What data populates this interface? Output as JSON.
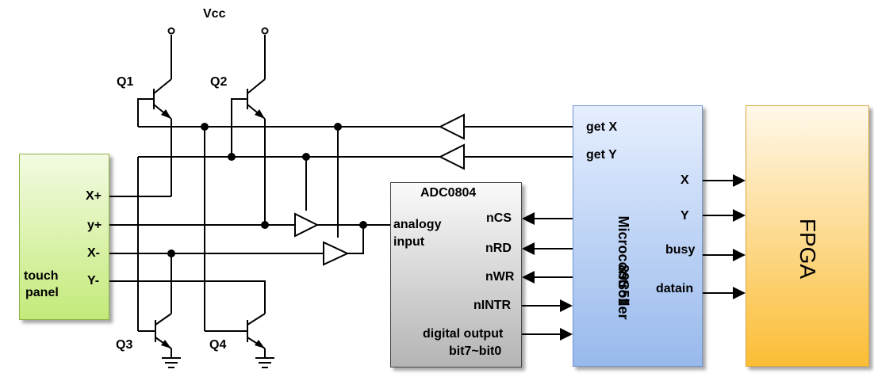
{
  "supply": {
    "vcc": "Vcc"
  },
  "transistors": {
    "q1": "Q1",
    "q2": "Q2",
    "q3": "Q3",
    "q4": "Q4"
  },
  "touch_panel": {
    "name_line1": "touch",
    "name_line2": "panel",
    "pins": {
      "xp": "X+",
      "yp": "y+",
      "xm": "X-",
      "ym": "Y-"
    }
  },
  "adc": {
    "name": "ADC0804",
    "input_line1": "analogy",
    "input_line2": "input",
    "pins": {
      "ncs": "nCS",
      "nrd": "nRD",
      "nwr": "nWR",
      "nintr": "nINTR"
    },
    "output_line1": "digital output",
    "output_line2": "bit7~bit0"
  },
  "mcu": {
    "name": "Microcontroller",
    "model": "89S51",
    "pins": {
      "get_x": "get X",
      "get_y": "get Y",
      "x": "X",
      "y": "Y",
      "busy": "busy",
      "datain": "datain"
    }
  },
  "fpga": {
    "name": "FPGA"
  },
  "colors": {
    "wire": "#000000",
    "touch_panel_fill": "#c4ea7a",
    "adc_fill": "#b4b4b4",
    "mcu_fill": "#98b9ec",
    "fpga_fill": "#fbbd35"
  }
}
